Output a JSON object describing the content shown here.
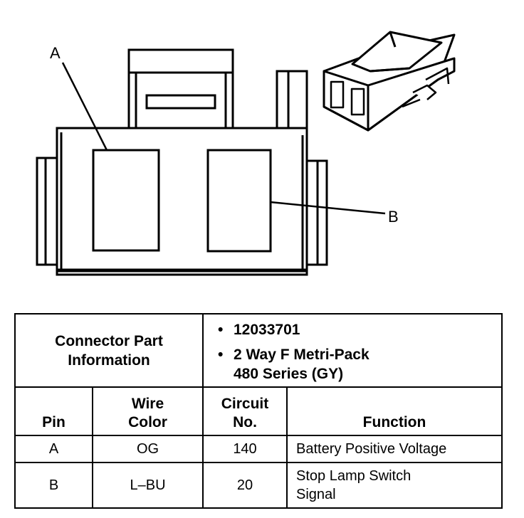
{
  "callouts": {
    "a": "A",
    "b": "B"
  },
  "connector": {
    "header_label": "Connector Part Information",
    "header_line1": "Connector Part",
    "header_line2": "Information",
    "part_info": [
      "12033701",
      "2 Way F Metri-Pack",
      "480 Series (GY)"
    ],
    "part_info_lines": [
      {
        "bullet": "•",
        "text": "12033701"
      },
      {
        "bullet": "•",
        "text": "2 Way F Metri-Pack",
        "cont": "480 Series (GY)"
      }
    ]
  },
  "columns": {
    "pin": "Pin",
    "wire_color_1": "Wire",
    "wire_color_2": "Color",
    "circuit_1": "Circuit",
    "circuit_2": "No.",
    "function": "Function"
  },
  "rows": [
    {
      "pin": "A",
      "wire_color": "OG",
      "circuit": "140",
      "function": "Battery Positive Voltage"
    },
    {
      "pin": "B",
      "wire_color": "L–BU",
      "circuit": "20",
      "function_1": "Stop Lamp Switch",
      "function_2": "Signal"
    }
  ]
}
